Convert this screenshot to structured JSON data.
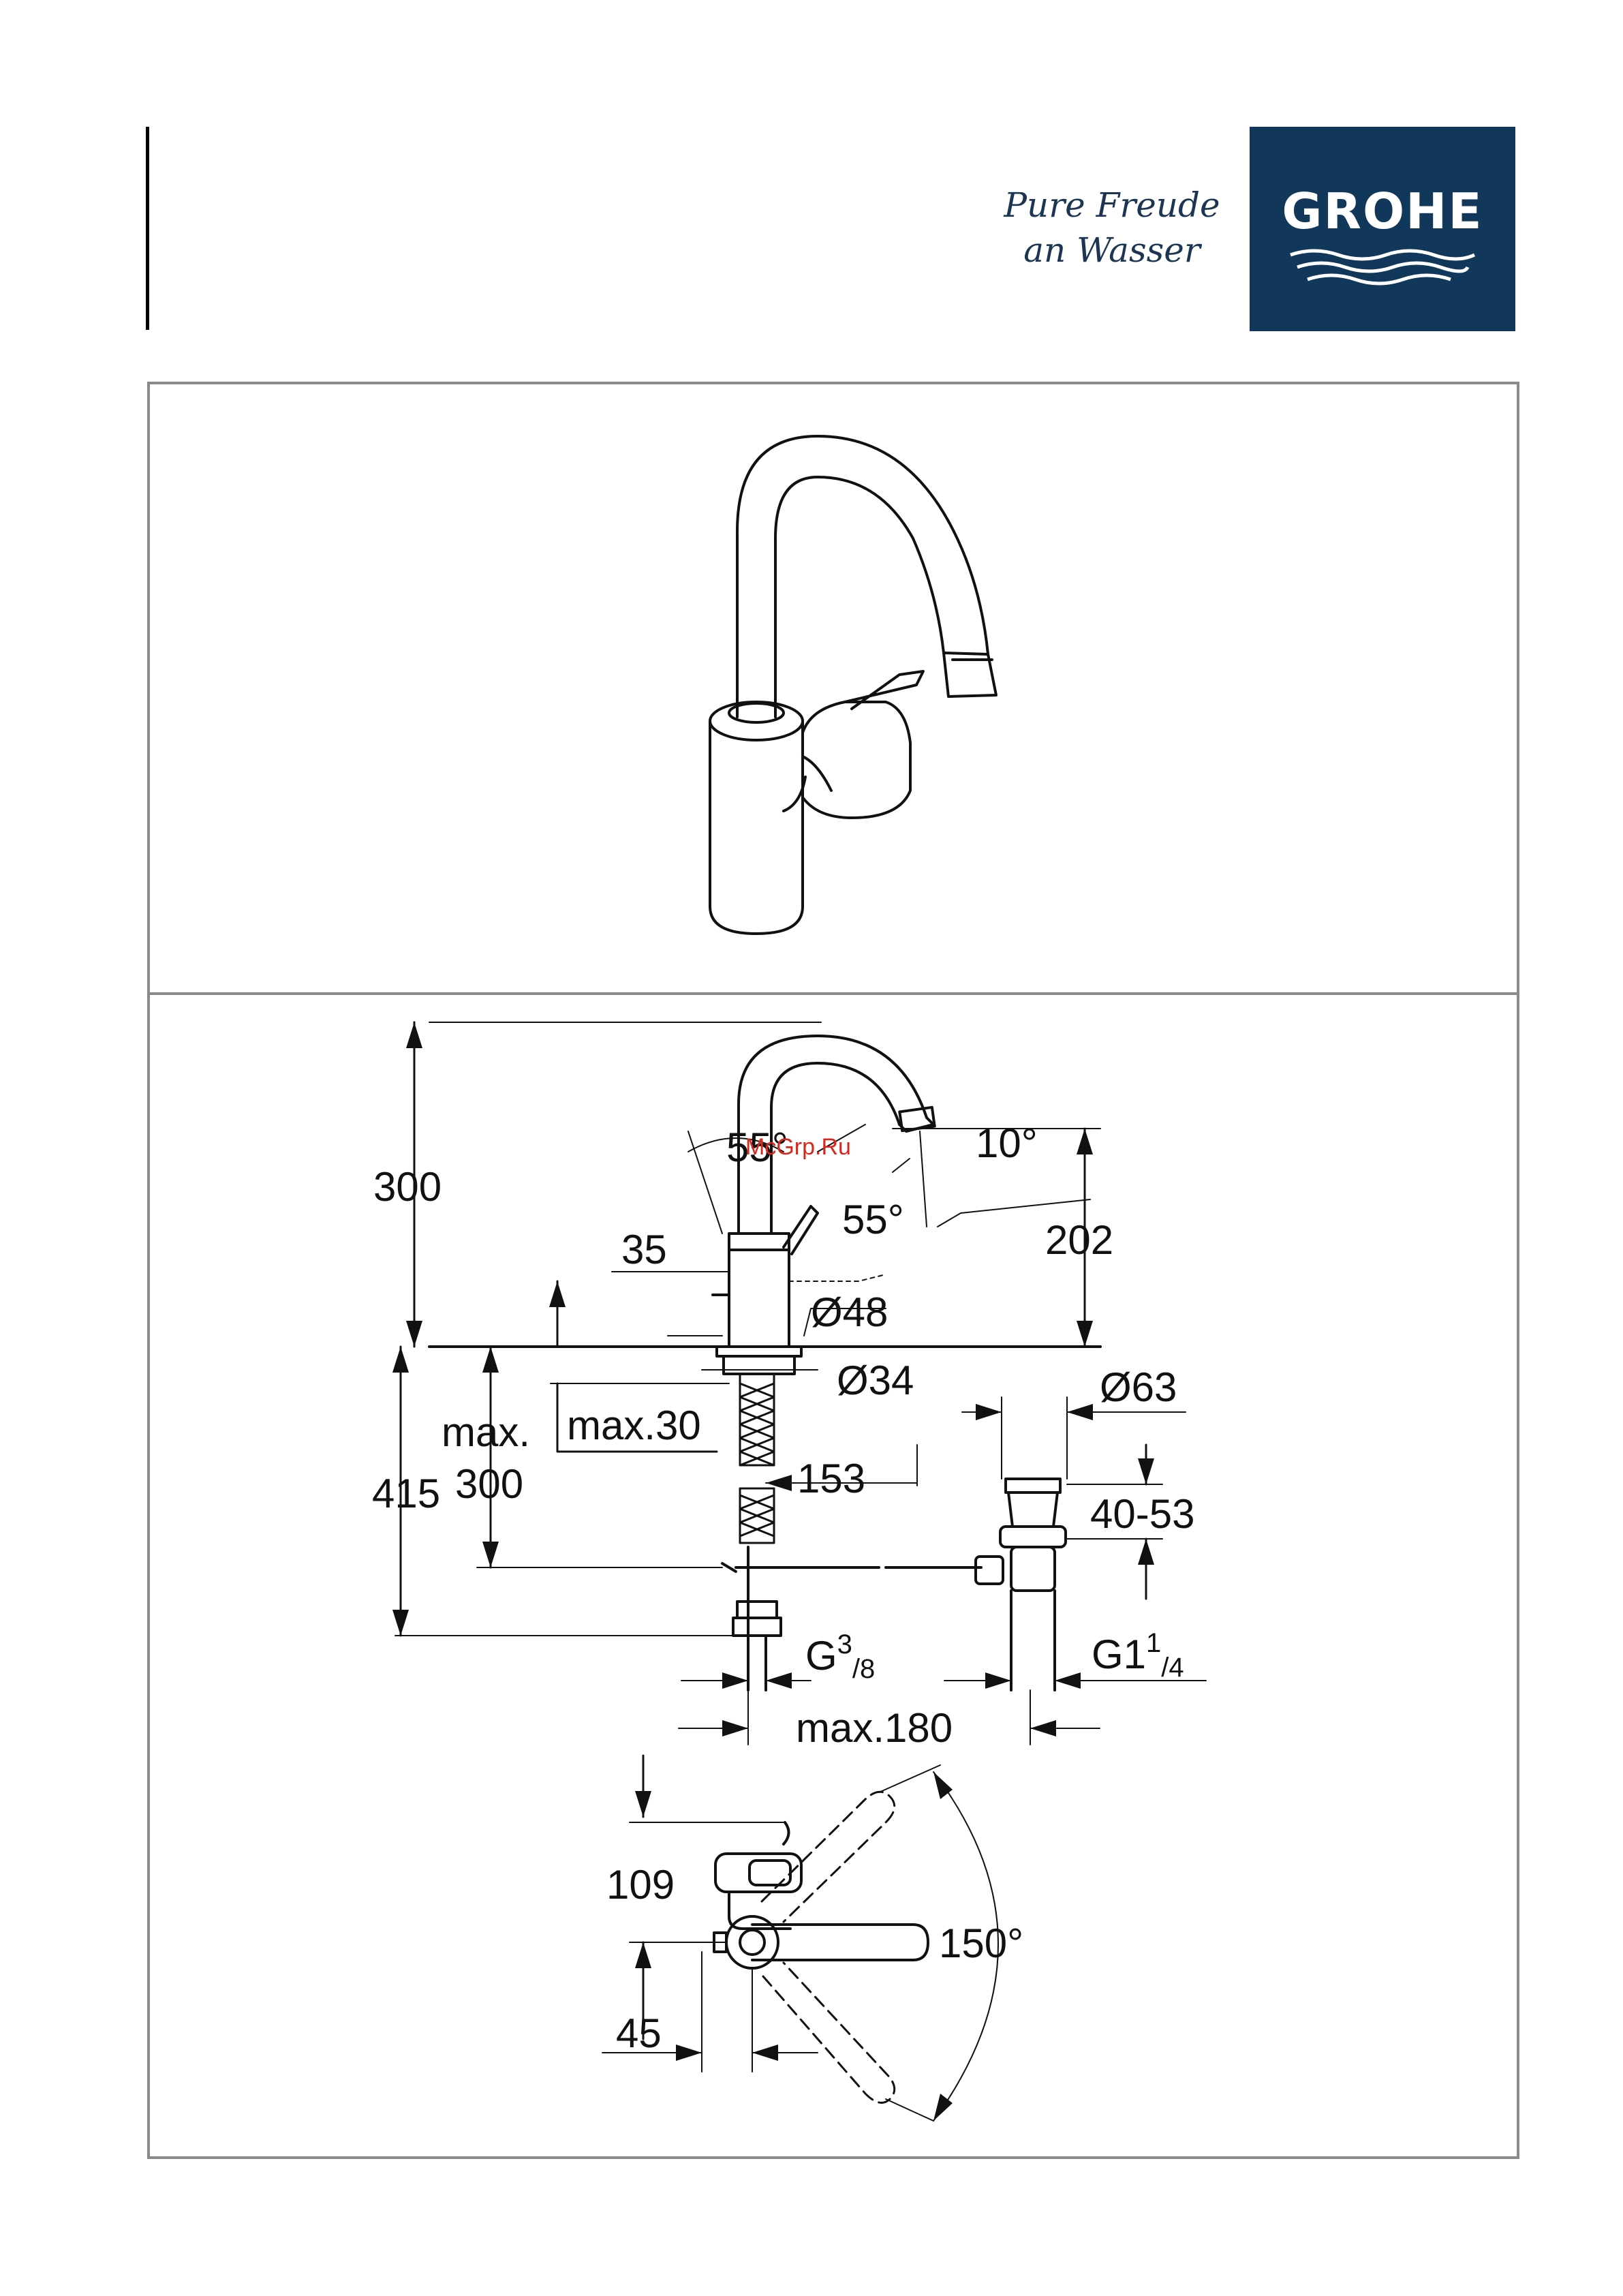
{
  "header": {
    "tagline_line1": "Pure Freude",
    "tagline_line2": "an Wasser",
    "logo_text": "GROHE",
    "logo_color": "#11385a"
  },
  "watermark": "McGrp.Ru",
  "dimensions": {
    "height_300": "300",
    "angle_55_top": "55°",
    "angle_10": "10°",
    "angle_55_right": "55°",
    "d_202": "202",
    "d_35": "35",
    "dia_48": "Ø48",
    "dia_34": "Ø34",
    "dia_63": "Ø63",
    "max_30": "max.30",
    "max_label": "max.",
    "max_300": "300",
    "d_415": "415",
    "d_153": "153",
    "d_40_53": "40-53",
    "g_main": "G",
    "g_num": "3",
    "g_den": "/8",
    "g1_main": "G1",
    "g1_num": "1",
    "g1_den": "/4",
    "max_180": "max.180",
    "d_109": "109",
    "angle_150": "150°",
    "d_45": "45"
  }
}
